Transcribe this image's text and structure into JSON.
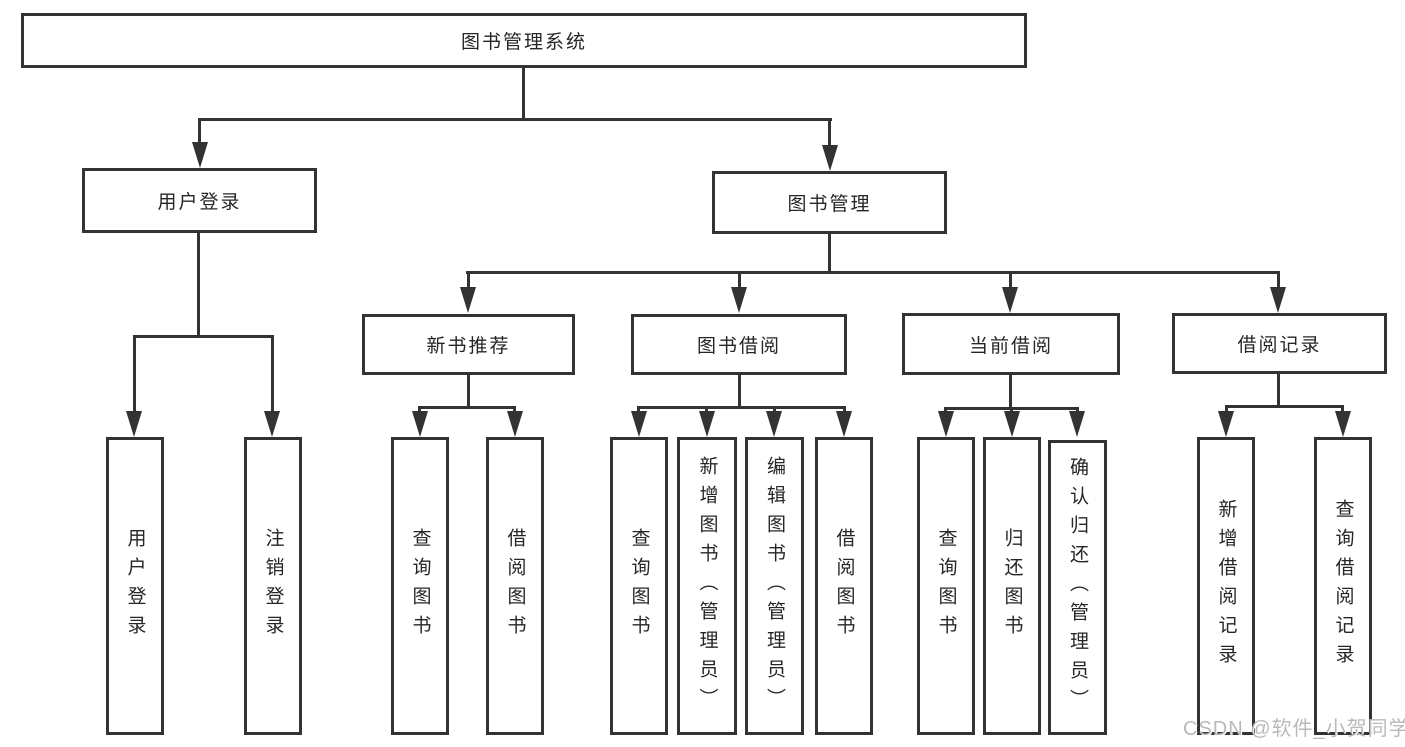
{
  "tree": {
    "root": {
      "label": "图书管理系统",
      "children": [
        {
          "label": "用户登录",
          "children": [
            {
              "label": "用户登录"
            },
            {
              "label": "注销登录"
            }
          ]
        },
        {
          "label": "图书管理",
          "children": [
            {
              "label": "新书推荐",
              "children": [
                {
                  "label": "查询图书"
                },
                {
                  "label": "借阅图书"
                }
              ]
            },
            {
              "label": "图书借阅",
              "children": [
                {
                  "label": "查询图书"
                },
                {
                  "label": "新增图书（管理员）"
                },
                {
                  "label": "编辑图书（管理员）"
                },
                {
                  "label": "借阅图书"
                }
              ]
            },
            {
              "label": "当前借阅",
              "children": [
                {
                  "label": "查询图书"
                },
                {
                  "label": "归还图书"
                },
                {
                  "label": "确认归还（管理员）"
                }
              ]
            },
            {
              "label": "借阅记录",
              "children": [
                {
                  "label": "新增借阅记录"
                },
                {
                  "label": "查询借阅记录"
                }
              ]
            }
          ]
        }
      ]
    },
    "watermark": "CSDN @软件_小贺同学",
    "colors": {
      "line": "#333333",
      "text": "#262626",
      "watermark": "#b9b9b9",
      "background": "#ffffff",
      "box_fill": "#ffffff"
    }
  }
}
